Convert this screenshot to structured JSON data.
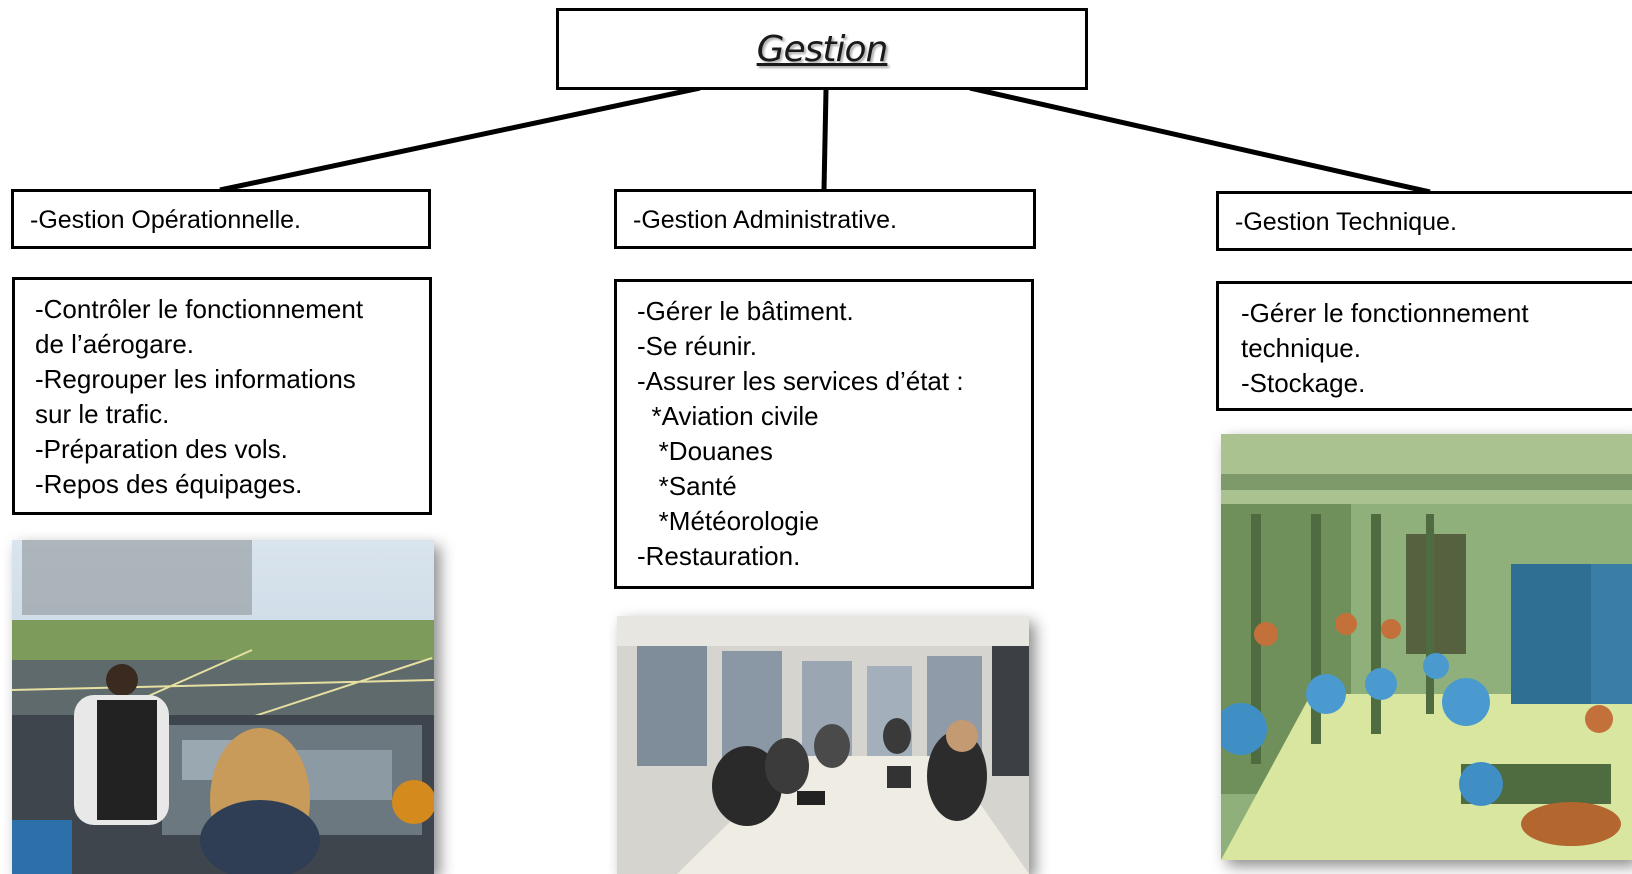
{
  "root": {
    "title": "Gestion"
  },
  "branches": [
    {
      "title": "-Gestion Opérationnelle.",
      "lines": [
        "-Contrôler le fonctionnement",
        "de l’aérogare.",
        "-Regrouper les informations",
        "sur le trafic.",
        "-Préparation des vols.",
        "-Repos des équipages."
      ],
      "photo": "control-tower-photo"
    },
    {
      "title": "-Gestion Administrative.",
      "lines": [
        "-Gérer le bâtiment.",
        "-Se réunir.",
        "-Assurer les services d’état :",
        "  *Aviation civile",
        "   *Douanes",
        "   *Santé",
        "   *Météorologie",
        "-Restauration."
      ],
      "photo": "meeting-room-photo"
    },
    {
      "title": "-Gestion Technique.",
      "lines": [
        "-Gérer le fonctionnement",
        "technique.",
        "-Stockage."
      ],
      "photo": "pump-room-photo"
    }
  ]
}
